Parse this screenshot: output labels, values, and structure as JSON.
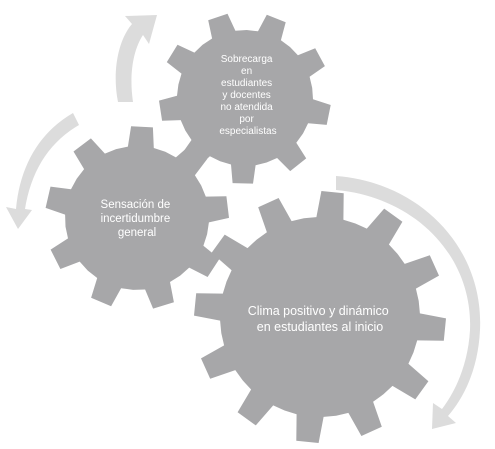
{
  "gears": [
    {
      "id": "top",
      "label_lines": [
        "Sobrecarga",
        "en",
        "estudiantes",
        "y docentes",
        "no atendida",
        "por",
        "especialistas"
      ]
    },
    {
      "id": "middle",
      "label_lines": [
        "Sensación de",
        "incertidumbre",
        "general"
      ]
    },
    {
      "id": "large",
      "label_lines": [
        "Clima positivo y dinámico",
        "en estudiantes al inicio"
      ]
    }
  ],
  "colors": {
    "gear": "#a7a7a9",
    "arrow": "#dcdcdc",
    "text": "#ffffff"
  }
}
